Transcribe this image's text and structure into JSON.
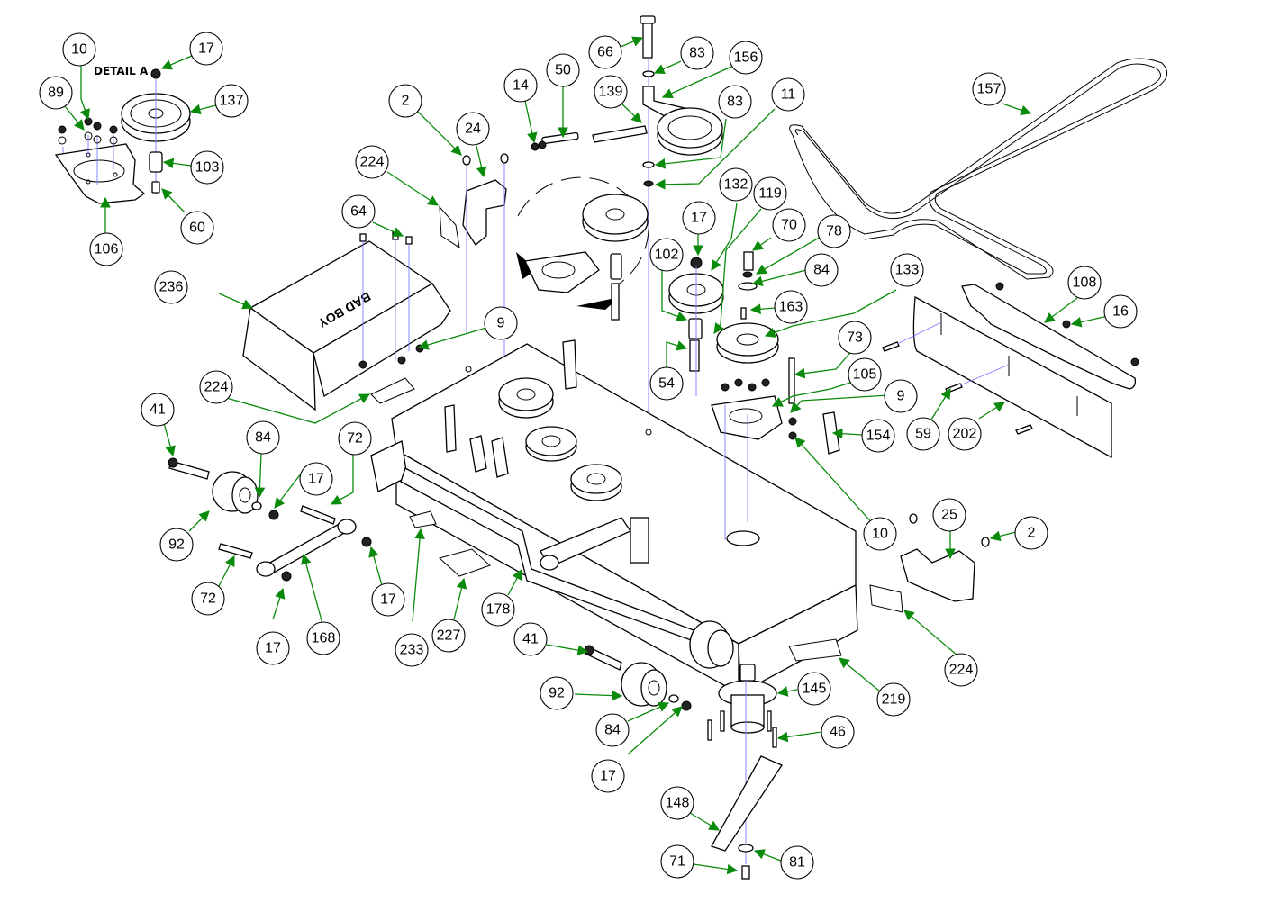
{
  "diagram": {
    "type": "exploded-parts-diagram",
    "subject": "mower deck assembly",
    "detail_label": "DETAIL A",
    "decal_text": "BAD BOY",
    "colors": {
      "leader": "#0a8a0a",
      "axis": "#7b7bff",
      "outline": "#000000",
      "background": "#ffffff"
    },
    "callouts": [
      {
        "id": "c10a",
        "label": "10"
      },
      {
        "id": "c17a",
        "label": "17"
      },
      {
        "id": "c89",
        "label": "89"
      },
      {
        "id": "c137",
        "label": "137"
      },
      {
        "id": "c103",
        "label": "103"
      },
      {
        "id": "c60",
        "label": "60"
      },
      {
        "id": "c106",
        "label": "106"
      },
      {
        "id": "c2a",
        "label": "2"
      },
      {
        "id": "c24",
        "label": "24"
      },
      {
        "id": "c224a",
        "label": "224"
      },
      {
        "id": "c64",
        "label": "64"
      },
      {
        "id": "c14",
        "label": "14"
      },
      {
        "id": "c50",
        "label": "50"
      },
      {
        "id": "c66",
        "label": "66"
      },
      {
        "id": "c139",
        "label": "139"
      },
      {
        "id": "c83a",
        "label": "83"
      },
      {
        "id": "c156",
        "label": "156"
      },
      {
        "id": "c83b",
        "label": "83"
      },
      {
        "id": "c11",
        "label": "11"
      },
      {
        "id": "c157",
        "label": "157"
      },
      {
        "id": "c132",
        "label": "132"
      },
      {
        "id": "c119",
        "label": "119"
      },
      {
        "id": "c17b",
        "label": "17"
      },
      {
        "id": "c70",
        "label": "70"
      },
      {
        "id": "c78",
        "label": "78"
      },
      {
        "id": "c84a",
        "label": "84"
      },
      {
        "id": "c102",
        "label": "102"
      },
      {
        "id": "c163",
        "label": "163"
      },
      {
        "id": "c133",
        "label": "133"
      },
      {
        "id": "c108",
        "label": "108"
      },
      {
        "id": "c16",
        "label": "16"
      },
      {
        "id": "c236",
        "label": "236"
      },
      {
        "id": "c9a",
        "label": "9"
      },
      {
        "id": "c54",
        "label": "54"
      },
      {
        "id": "c73",
        "label": "73"
      },
      {
        "id": "c224b",
        "label": "224"
      },
      {
        "id": "c105",
        "label": "105"
      },
      {
        "id": "c9b",
        "label": "9"
      },
      {
        "id": "c59",
        "label": "59"
      },
      {
        "id": "c202",
        "label": "202"
      },
      {
        "id": "c154",
        "label": "154"
      },
      {
        "id": "c41a",
        "label": "41"
      },
      {
        "id": "c84b",
        "label": "84"
      },
      {
        "id": "c72a",
        "label": "72"
      },
      {
        "id": "c17c",
        "label": "17"
      },
      {
        "id": "c92a",
        "label": "92"
      },
      {
        "id": "c10b",
        "label": "10"
      },
      {
        "id": "c25",
        "label": "25"
      },
      {
        "id": "c2b",
        "label": "2"
      },
      {
        "id": "c72b",
        "label": "72"
      },
      {
        "id": "c17d",
        "label": "17"
      },
      {
        "id": "c17e",
        "label": "17"
      },
      {
        "id": "c168",
        "label": "168"
      },
      {
        "id": "c233",
        "label": "233"
      },
      {
        "id": "c227",
        "label": "227"
      },
      {
        "id": "c178",
        "label": "178"
      },
      {
        "id": "c224c",
        "label": "224"
      },
      {
        "id": "c41b",
        "label": "41"
      },
      {
        "id": "c219",
        "label": "219"
      },
      {
        "id": "c92b",
        "label": "92"
      },
      {
        "id": "c145",
        "label": "145"
      },
      {
        "id": "c84c",
        "label": "84"
      },
      {
        "id": "c46",
        "label": "46"
      },
      {
        "id": "c17f",
        "label": "17"
      },
      {
        "id": "c148",
        "label": "148"
      },
      {
        "id": "c71",
        "label": "71"
      },
      {
        "id": "c81",
        "label": "81"
      }
    ]
  }
}
